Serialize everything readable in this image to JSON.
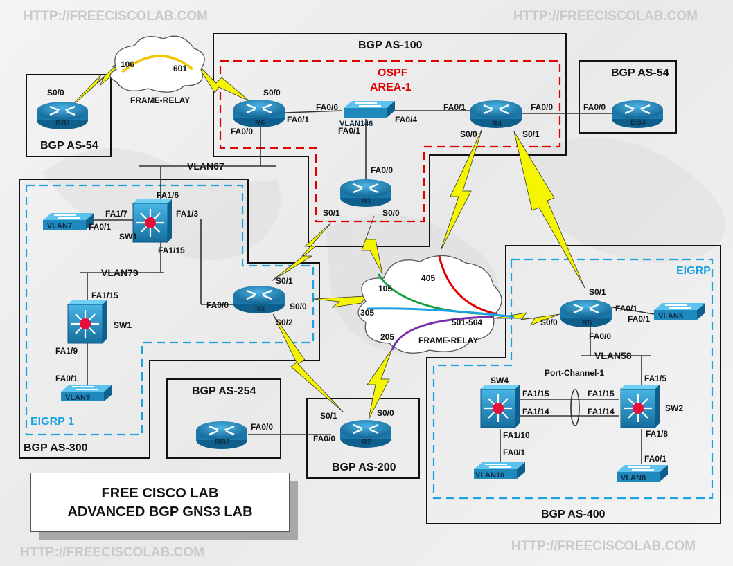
{
  "watermarks": {
    "top_left": "HTTP://FREECISCOLAB.COM",
    "top_right": "HTTP://FREECISCOLAB.COM",
    "bottom_left": "HTTP://FREECISCOLAB.COM",
    "bottom_right": "HTTP://FREECISCOLAB.COM"
  },
  "title": {
    "line1": "FREE CISCO LAB",
    "line2": "ADVANCED BGP GNS3 LAB"
  },
  "areas": {
    "as100": "BGP AS-100",
    "as54_left": "BGP AS-54",
    "as54_right": "BGP AS-54",
    "as300": "BGP AS-300",
    "as254": "BGP AS-254",
    "as200": "BGP AS-200",
    "as400": "BGP AS-400",
    "ospf_line1": "OSPF",
    "ospf_line2": "AREA-1",
    "eigrp1": "EIGRP 1",
    "eigrp": "EIGRP"
  },
  "clouds": {
    "top": {
      "label": "FRAME-RELAY",
      "dlci_left": "106",
      "dlci_right": "601"
    },
    "center": {
      "label": "FRAME-RELAY",
      "dlci_405": "405",
      "dlci_105": "105",
      "dlci_305": "305",
      "dlci_205": "205",
      "dlci_501": "501-504"
    }
  },
  "devices": {
    "bb1": "BB1",
    "r6": "R6",
    "vlan146": "VLAN146",
    "r4": "R4",
    "bb3": "BB3",
    "r1": "R1",
    "r3": "R3",
    "r2": "R2",
    "bb2": "BB2",
    "r5": "R5",
    "sw1_top": "SW1",
    "sw1_bottom": "SW1",
    "sw4": "SW4",
    "sw2": "SW2",
    "vlan7": "VLAN7",
    "vlan9": "VLAN9",
    "vlan5": "VLAN5",
    "vlan10": "VLAN10",
    "vlan8": "VLAN8"
  },
  "segments": {
    "vlan67": "VLAN67",
    "vlan79": "VLAN79",
    "vlan58": "VLAN58",
    "port_channel": "Port-Channel-1"
  },
  "ports": {
    "bb1_s00": "S0/0",
    "r6_s00": "S0/0",
    "r6_fa00": "FA0/0",
    "r6_fa01": "FA0/1",
    "vlan146_fa06": "FA0/6",
    "vlan146_fa01": "FA0/1",
    "vlan146_fa04": "FA0/4",
    "r4_fa01": "FA0/1",
    "r4_fa00": "FA0/0",
    "r4_s00": "S0/0",
    "r4_s01": "S0/1",
    "bb3_fa00": "FA0/0",
    "r1_fa00": "FA0/0",
    "r1_s01": "S0/1",
    "r1_s00": "S0/0",
    "sw1_fa16": "FA1/6",
    "sw1_fa17": "FA1/7",
    "sw1_fa13": "FA1/3",
    "sw1_fa115": "FA1/15",
    "vlan7_fa01": "FA0/1",
    "sw1b_fa115": "FA1/15",
    "sw1b_fa19": "FA1/9",
    "vlan9_fa01": "FA0/1",
    "r3_s01": "S0/1",
    "r3_fa00": "FA0/0",
    "r3_s00": "S0/0",
    "r3_s02": "S0/2",
    "r2_s01": "S0/1",
    "r2_s00": "S0/0",
    "r2_fa00": "FA0/0",
    "bb2_fa00": "FA0/0",
    "r5_s01": "S0/1",
    "r5_s00": "S0/0",
    "r5_fa01": "FA0/1",
    "r5_fa00": "FA0/0",
    "vlan5_fa01": "FA0/1",
    "sw2_fa15": "FA1/5",
    "sw2_fa115": "FA1/15",
    "sw2_fa114": "FA1/14",
    "sw2_fa18": "FA1/8",
    "vlan8_fa01": "FA0/1",
    "sw4_fa115": "FA1/15",
    "sw4_fa114": "FA1/14",
    "sw4_fa110": "FA1/10",
    "vlan10_fa01": "FA0/1"
  },
  "colors": {
    "router": "#1e86b8",
    "switch": "#2296c8",
    "ospf": "#e00000",
    "eigrp": "#1aa3e0",
    "serial": "#f5f500",
    "frame_yellow": "#f2c600",
    "pvc_green": "#18a03c",
    "pvc_red": "#e00000",
    "pvc_blue": "#1aa3e0",
    "pvc_purple": "#7a2ea8"
  }
}
